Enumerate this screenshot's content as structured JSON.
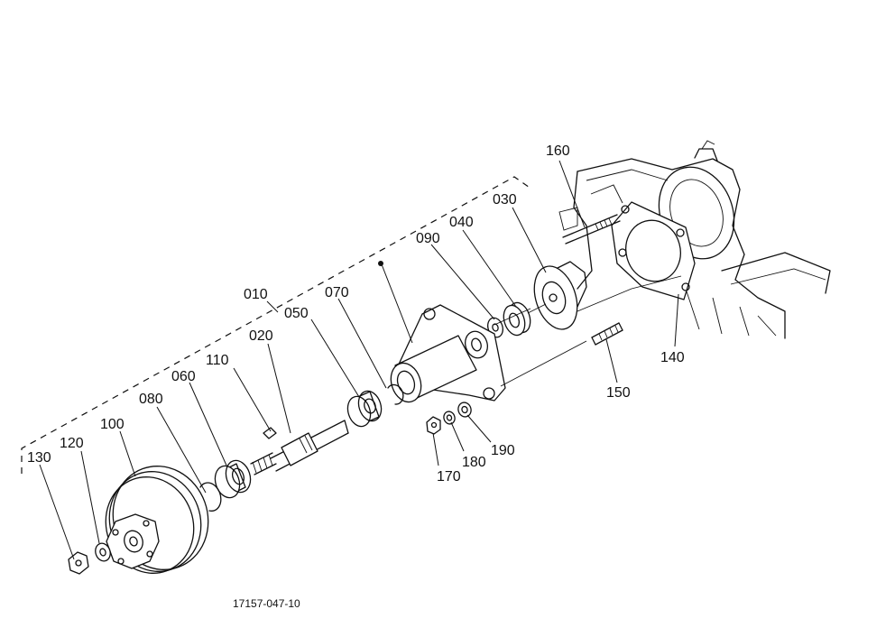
{
  "part_numbers": {
    "p010": "010",
    "p020": "020",
    "p030": "030",
    "p040": "040",
    "p050": "050",
    "p060": "060",
    "p070": "070",
    "p080": "080",
    "p090": "090",
    "p100": "100",
    "p110": "110",
    "p120": "120",
    "p130": "130",
    "p140": "140",
    "p150": "150",
    "p160": "160",
    "p170": "170",
    "p180": "180",
    "p190": "190"
  },
  "drawing_number": "17157-047-10"
}
